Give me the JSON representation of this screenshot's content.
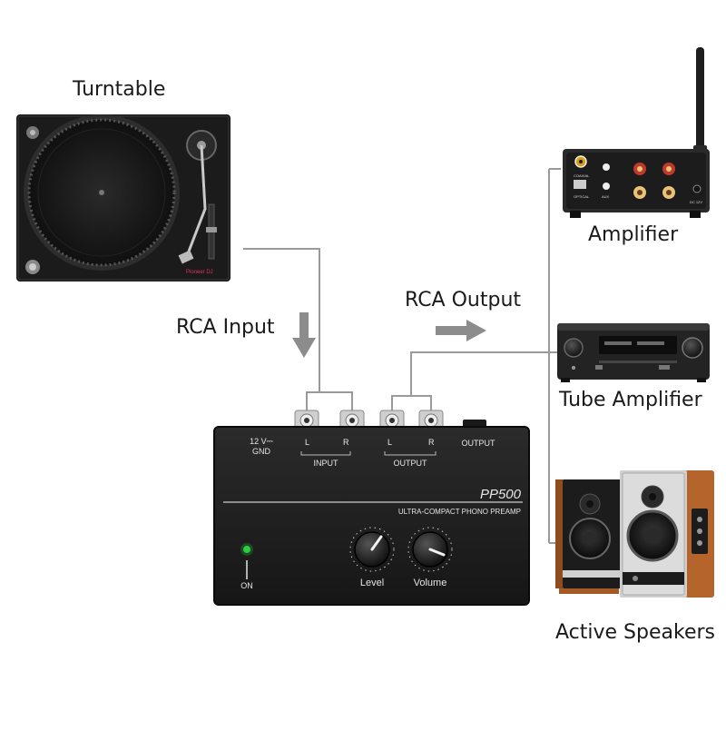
{
  "labels": {
    "turntable": "Turntable",
    "amplifier": "Amplifier",
    "tube_amplifier": "Tube Amplifier",
    "active_speakers": "Active Speakers",
    "rca_input": "RCA Input",
    "rca_output": "RCA Output"
  },
  "preamp": {
    "model": "PP500",
    "subtitle": "ULTRA-COMPACT PHONO PREAMP",
    "power_label": "12 V⎓",
    "gnd_label": "GND",
    "input_label": "INPUT",
    "output_label": "OUTPUT",
    "output_jack_label": "OUTPUT",
    "left_label": "L",
    "right_label": "R",
    "level_label": "Level",
    "volume_label": "Volume",
    "on_label": "ON"
  },
  "turntable_brand": "Pioneer DJ",
  "amplifier_panel": {
    "coaxial": "COAXIAL",
    "optical": "OPTICAL",
    "aux": "AUX",
    "dc": "DC 12V"
  },
  "colors": {
    "wire": "#9a9a9a",
    "arrow": "#8c8c8c",
    "device_body": "#1e1e1e",
    "rca_red": "#c0392b",
    "led_green": "#2ecc40",
    "wood": "#b5652b"
  }
}
